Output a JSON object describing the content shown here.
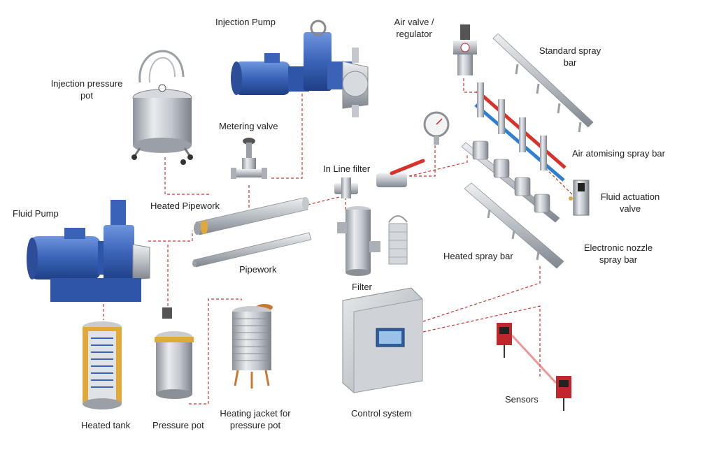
{
  "labels": {
    "injection_pump": "Injection Pump",
    "air_valve_line1": "Air valve /",
    "air_valve_line2": "regulator",
    "standard_spray_line1": "Standard spray",
    "standard_spray_line2": "bar",
    "injection_pot_line1": "Injection pressure",
    "injection_pot_line2": "pot",
    "metering_valve": "Metering valve",
    "air_atomising": "Air atomising spray bar",
    "in_line_filter": "In Line filter",
    "fluid_actuation_line1": "Fluid actuation",
    "fluid_actuation_line2": "valve",
    "heated_pipework": "Heated Pipework",
    "fluid_pump": "Fluid Pump",
    "electronic_nozzle_line1": "Electronic nozzle",
    "electronic_nozzle_line2": "spray bar",
    "heated_spray_bar": "Heated spray bar",
    "pipework": "Pipework",
    "filter": "Filter",
    "heated_tank": "Heated tank",
    "pressure_pot": "Pressure pot",
    "heating_jacket_line1": "Heating jacket for",
    "heating_jacket_line2": "pressure pot",
    "control_system": "Control system",
    "sensors": "Sensors"
  },
  "colors": {
    "connector": "#d0312d",
    "pump_blue": "#3a63b8",
    "steel": "#b8bcc2",
    "steel_dark": "#7d838b",
    "copper": "#c8792f",
    "air_red": "#d8322a",
    "air_blue": "#2f7fd0",
    "sensor_red": "#c0272d"
  }
}
